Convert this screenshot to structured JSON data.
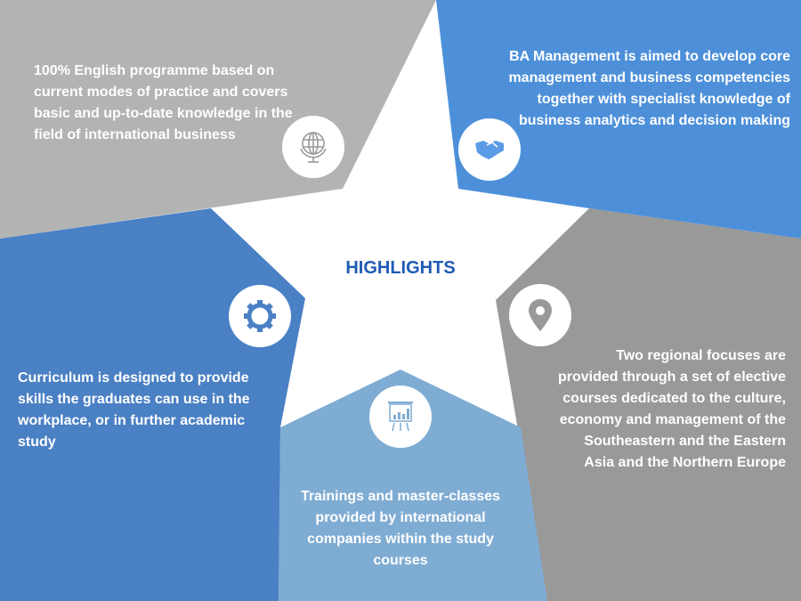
{
  "title": "HIGHLIGHTS",
  "colors": {
    "gray_top": "#b3b3b3",
    "blue_top": "#4d90d9",
    "gray_right": "#999999",
    "blue_bottom": "#7facd3",
    "blue_left": "#4a80c4",
    "title": "#1f5bb5"
  },
  "sections": [
    {
      "icon": "globe-icon",
      "text": "100% English programme based on current modes of practice and covers basic and up-to-date knowledge in the field of international business"
    },
    {
      "icon": "handshake-icon",
      "text": "BA Management is aimed to develop core management and business competencies together with specialist knowledge of business analytics and decision making"
    },
    {
      "icon": "location-pin-icon",
      "text": "Two regional focuses are provided through a set of elective courses dedicated to the culture, economy and management of the Southeastern and the Eastern Asia and the Northern Europe"
    },
    {
      "icon": "presentation-chart-icon",
      "text": "Trainings and master-classes provided by international companies within the study courses"
    },
    {
      "icon": "gear-icon",
      "text": "Curriculum is designed to provide skills the graduates can use in the workplace, or in further academic study"
    }
  ]
}
